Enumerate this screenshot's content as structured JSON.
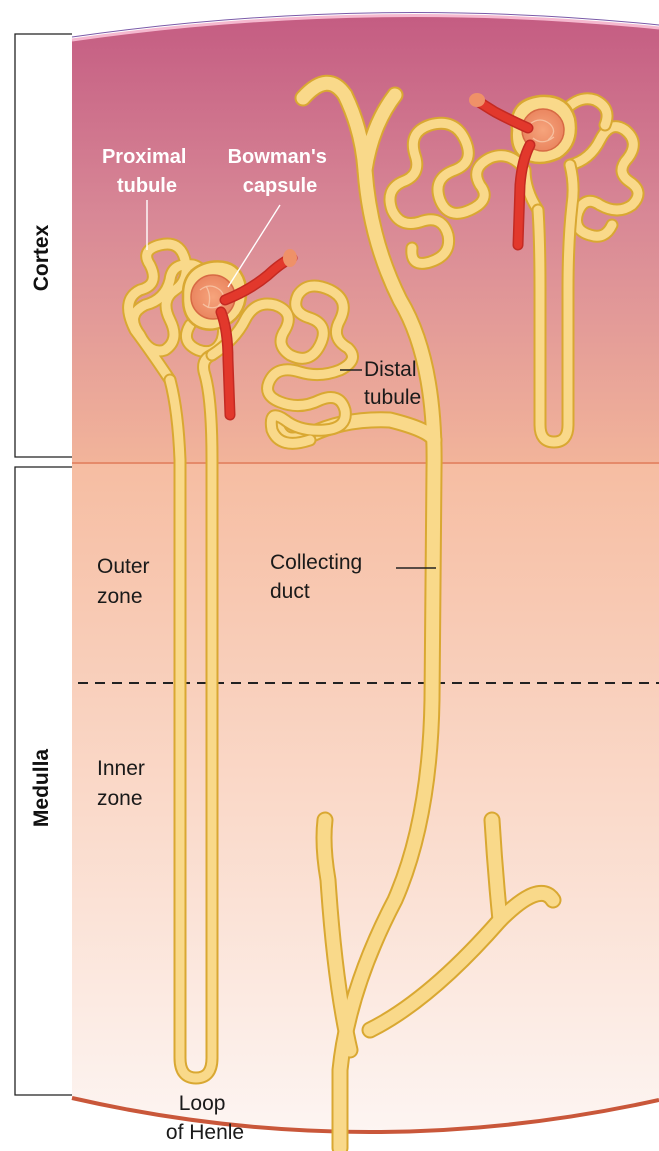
{
  "regions": {
    "cortex": "Cortex",
    "medulla": "Medulla"
  },
  "zones": {
    "outer_line1": "Outer",
    "outer_line2": "zone",
    "inner_line1": "Inner",
    "inner_line2": "zone"
  },
  "labels": {
    "proximal_line1": "Proximal",
    "proximal_line2": "tubule",
    "bowman_line1": "Bowman's",
    "bowman_line2": "capsule",
    "distal_line1": "Distal",
    "distal_line2": "tubule",
    "collecting_line1": "Collecting",
    "collecting_line2": "duct",
    "loop_line1": "Loop",
    "loop_line2": "of Henle"
  },
  "colors": {
    "cortex_top": "#c45c82",
    "cortex_bottom": "#f2b49a",
    "medulla_top": "#f6bda2",
    "medulla_bottom": "#fdf3f0",
    "tubule_fill": "#f9d98a",
    "tubule_outline": "#d9a832",
    "vessel": "#e2382c",
    "glomerulus": "#ef9168",
    "boundary_line": "#e58a6a"
  }
}
